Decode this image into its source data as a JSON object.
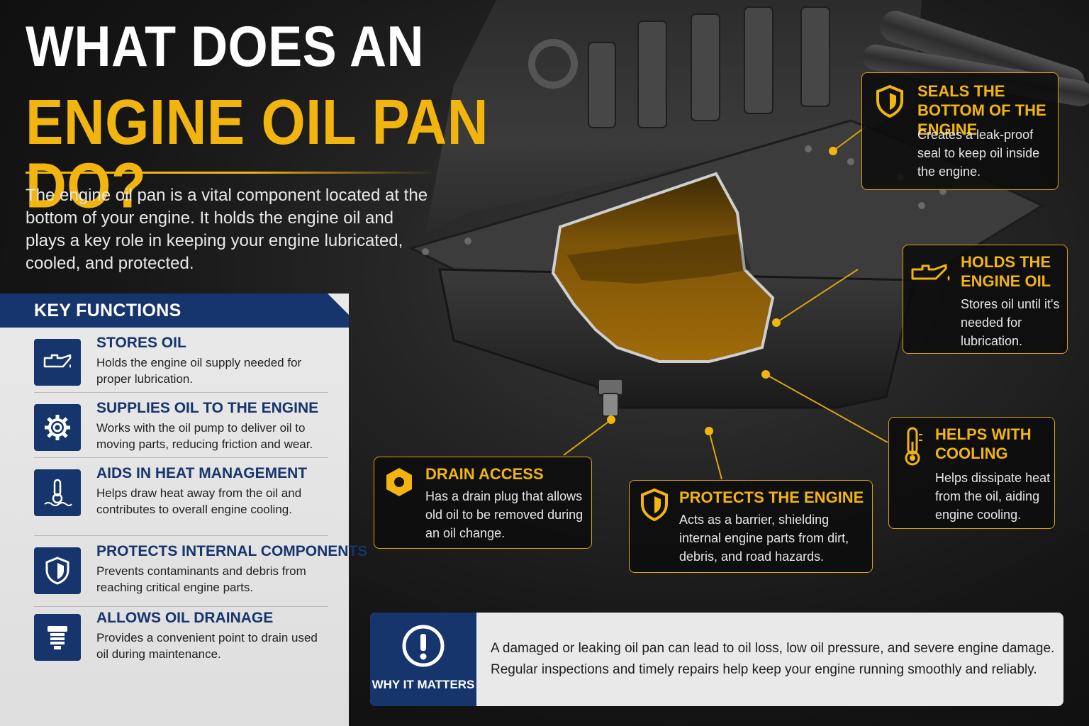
{
  "title": {
    "line1": "WHAT DOES AN",
    "line2": "ENGINE OIL PAN DO?"
  },
  "intro": "The engine oil pan is a vital component located at the bottom of your engine. It holds the engine oil and plays a key role in keeping your engine lubricated, cooled, and protected.",
  "key_functions": {
    "heading": "KEY FUNCTIONS",
    "items": [
      {
        "title": "STORES OIL",
        "desc": "Holds the engine oil supply needed for proper lubrication.",
        "icon": "oil-can-icon"
      },
      {
        "title": "SUPPLIES OIL TO THE ENGINE",
        "desc": "Works with the oil pump to deliver oil to moving parts, reducing friction and wear.",
        "icon": "gear-icon"
      },
      {
        "title": "AIDS IN HEAT MANAGEMENT",
        "desc": "Helps draw heat away from the oil and contributes to overall engine cooling.",
        "icon": "thermometer-icon"
      },
      {
        "title": "PROTECTS INTERNAL COMPONENTS",
        "desc": "Prevents contaminants and debris from reaching critical engine parts.",
        "icon": "shield-icon"
      },
      {
        "title": "ALLOWS OIL DRAINAGE",
        "desc": "Provides a convenient point to drain used oil during maintenance.",
        "icon": "drain-plug-icon"
      }
    ]
  },
  "callouts": {
    "seals": {
      "title": "SEALS THE BOTTOM OF THE ENGINE",
      "desc": "Creates a leak-proof seal to keep oil inside the engine.",
      "icon": "shield-icon"
    },
    "holds": {
      "title": "HOLDS THE ENGINE OIL",
      "desc": "Stores oil until it's needed for lubrication.",
      "icon": "oil-can-icon"
    },
    "cooling": {
      "title": "HELPS WITH COOLING",
      "desc": "Helps dissipate heat from the oil, aiding engine cooling.",
      "icon": "thermometer-icon"
    },
    "drain": {
      "title": "DRAIN ACCESS",
      "desc": "Has a drain plug that allows old oil to be removed during an oil change.",
      "icon": "hex-nut-icon"
    },
    "protects": {
      "title": "PROTECTS THE ENGINE",
      "desc": "Acts as a barrier, shielding internal engine parts from dirt, debris, and road hazards.",
      "icon": "shield-icon"
    }
  },
  "why": {
    "label": "WHY IT MATTERS",
    "text": "A damaged or leaking oil pan can lead to oil loss, low oil pressure, and severe engine damage. Regular inspections and timely repairs help keep your engine running smoothly and reliably.",
    "icon": "exclamation-icon"
  },
  "colors": {
    "accent_gold": "#f2b40f",
    "navy": "#16356c",
    "panel_gray": "#e6e6e6",
    "background": "#141414",
    "oil_amber": "#8a5a08"
  }
}
